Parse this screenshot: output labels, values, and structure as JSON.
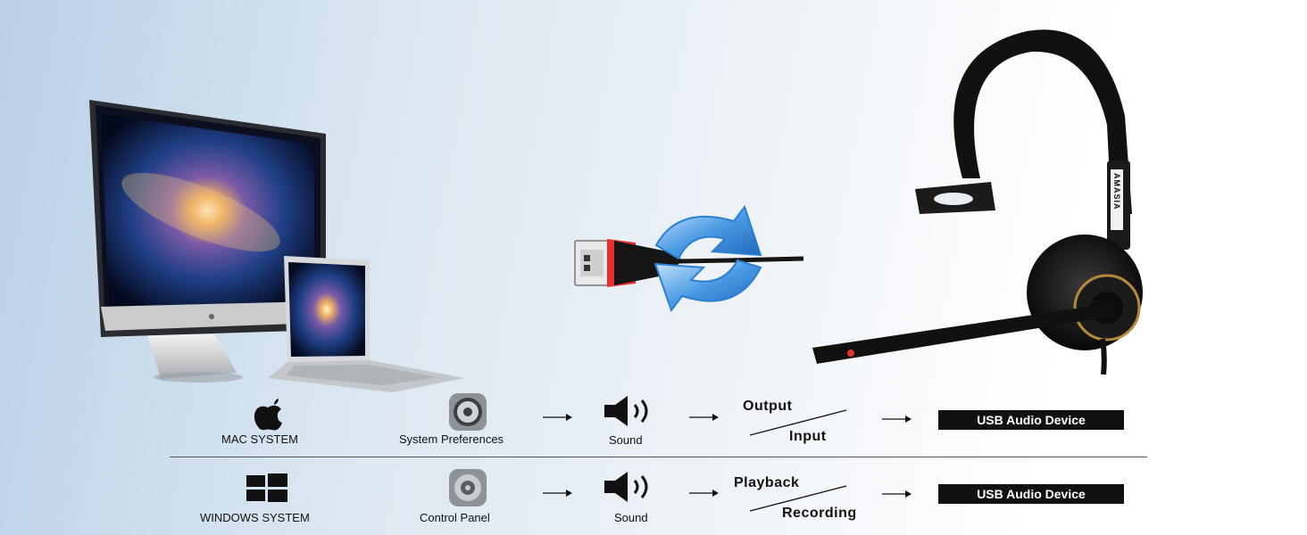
{
  "rows": {
    "mac": {
      "system": "MAC SYSTEM",
      "settings": "System Preferences",
      "sound": "Sound",
      "top_word": "Output",
      "bottom_word": "Input",
      "device": "USB Audio Device"
    },
    "windows": {
      "system": "WINDOWS SYSTEM",
      "settings": "Control Panel",
      "sound": "Sound",
      "top_word": "Playback",
      "bottom_word": "Recording",
      "device": "USB Audio Device"
    }
  },
  "headset": {
    "brand_text": "AMASIA"
  },
  "icons": {
    "mac": "apple-icon",
    "windows": "windows-icon",
    "mac_settings": "system-preferences-gear-icon",
    "win_settings": "control-panel-gear-icon",
    "sound": "speaker-icon",
    "sync": "sync-arrows-icon",
    "usb": "usb-plug-icon"
  },
  "colors": {
    "label_box": "#111111",
    "usb_accent": "#e8302a",
    "sync_blue": "#2b7fd0"
  }
}
